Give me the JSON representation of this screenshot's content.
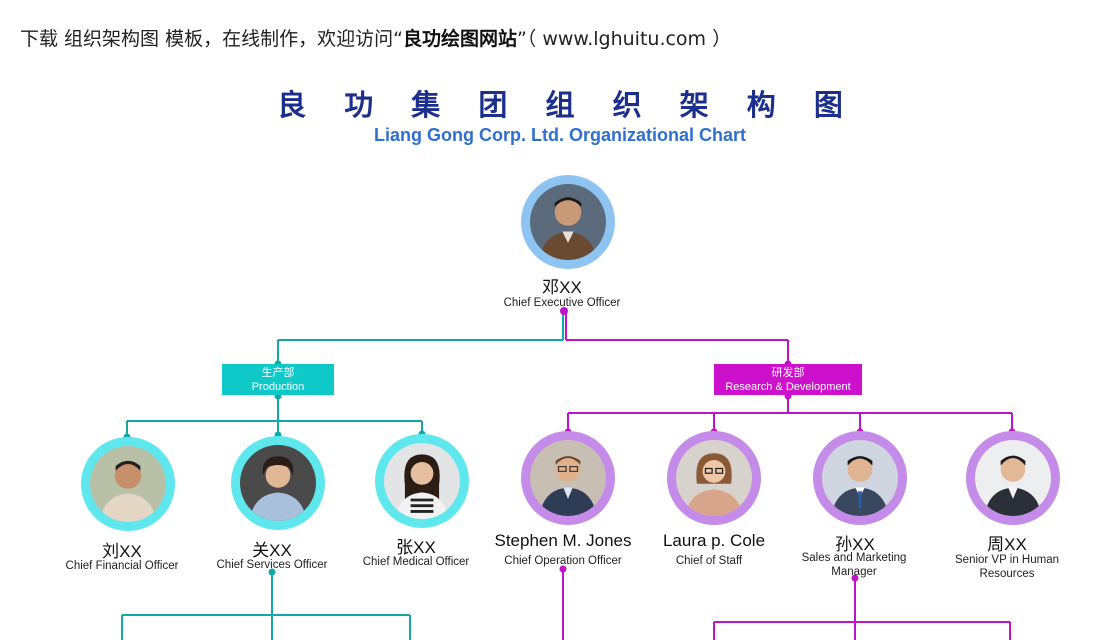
{
  "banner": {
    "prefix": "下载 组织架构图 模板，在线制作，欢迎访问“",
    "site": "良功绘图网站",
    "suffix": "”（ www.lghuitu.com ）"
  },
  "title_cn": "良 功 集 团 组 织 架 构 图",
  "title_en": "Liang Gong Corp. Ltd. Organizational Chart",
  "colors": {
    "production": "#13a8a8",
    "production_box": "#0fc9c9",
    "production_ring": "#5fe7ee",
    "rd": "#c012c8",
    "rd_box": "#cc10cc",
    "rd_ring": "#c58be8",
    "ceo_ring": "#8ec4f2"
  },
  "ceo": {
    "name": "邓XX",
    "role": "Chief Executive Officer"
  },
  "departments": {
    "production": {
      "cn": "生产部",
      "en": "Production"
    },
    "rd": {
      "cn": "研发部",
      "en": "Research & Development"
    }
  },
  "production_staff": [
    {
      "name": "刘XX",
      "role": "Chief Financial Officer"
    },
    {
      "name": "关XX",
      "role": "Chief Services Officer"
    },
    {
      "name": "张XX",
      "role": "Chief Medical Officer"
    }
  ],
  "rd_staff": [
    {
      "name": "Stephen M. Jones",
      "role": "Chief Operation Officer"
    },
    {
      "name": "Laura p. Cole",
      "role": "Chief of Staff"
    },
    {
      "name": "孙XX",
      "role": "Sales and Marketing Manager"
    },
    {
      "name": "周XX",
      "role": "Senior VP in Human Resources"
    }
  ]
}
